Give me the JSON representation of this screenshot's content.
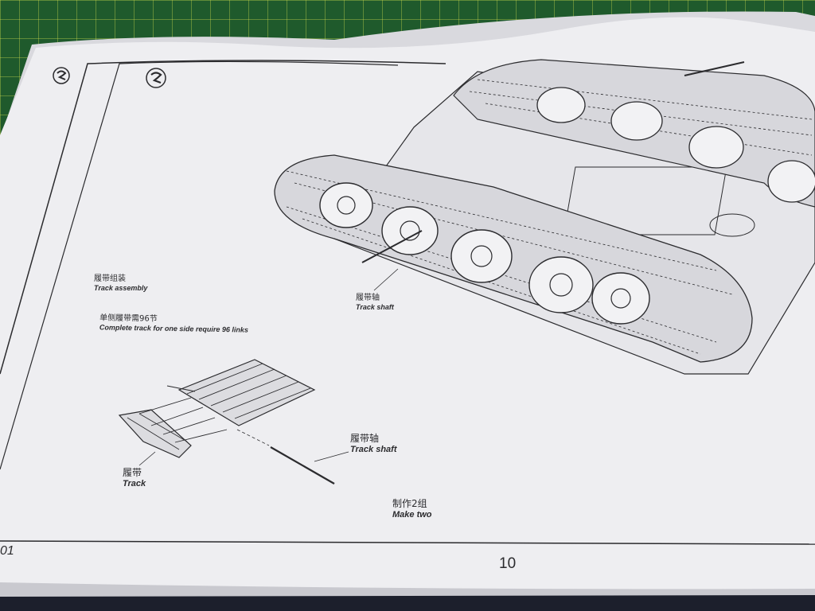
{
  "colors": {
    "cutting_mat": "#1f5a2c",
    "paper": "#eeeef1",
    "paper_shadow": "#c9c9cf",
    "ink": "#2b2b2e"
  },
  "icons": {
    "logo": "manufacturer-logo-icon",
    "tank_diagram": "tank-hull-with-tracks-icon",
    "track_links": "track-links-assembly-icon"
  },
  "instruction": {
    "callouts": {
      "track_assembly_cn": "履带组装",
      "track_assembly_en": "Track assembly",
      "links_required_cn": "单侧履带需96节",
      "links_required_en": "Complete track for one side require 96 links",
      "track_shaft_upper_cn": "履带轴",
      "track_shaft_upper_en": "Track shaft",
      "track_shaft_lower_cn": "履带轴",
      "track_shaft_lower_en": "Track shaft",
      "track_cn": "履带",
      "track_en": "Track",
      "make_cn": "制作2组",
      "make_en": "Make two"
    },
    "page_number": "10",
    "page_prefix": "01"
  }
}
